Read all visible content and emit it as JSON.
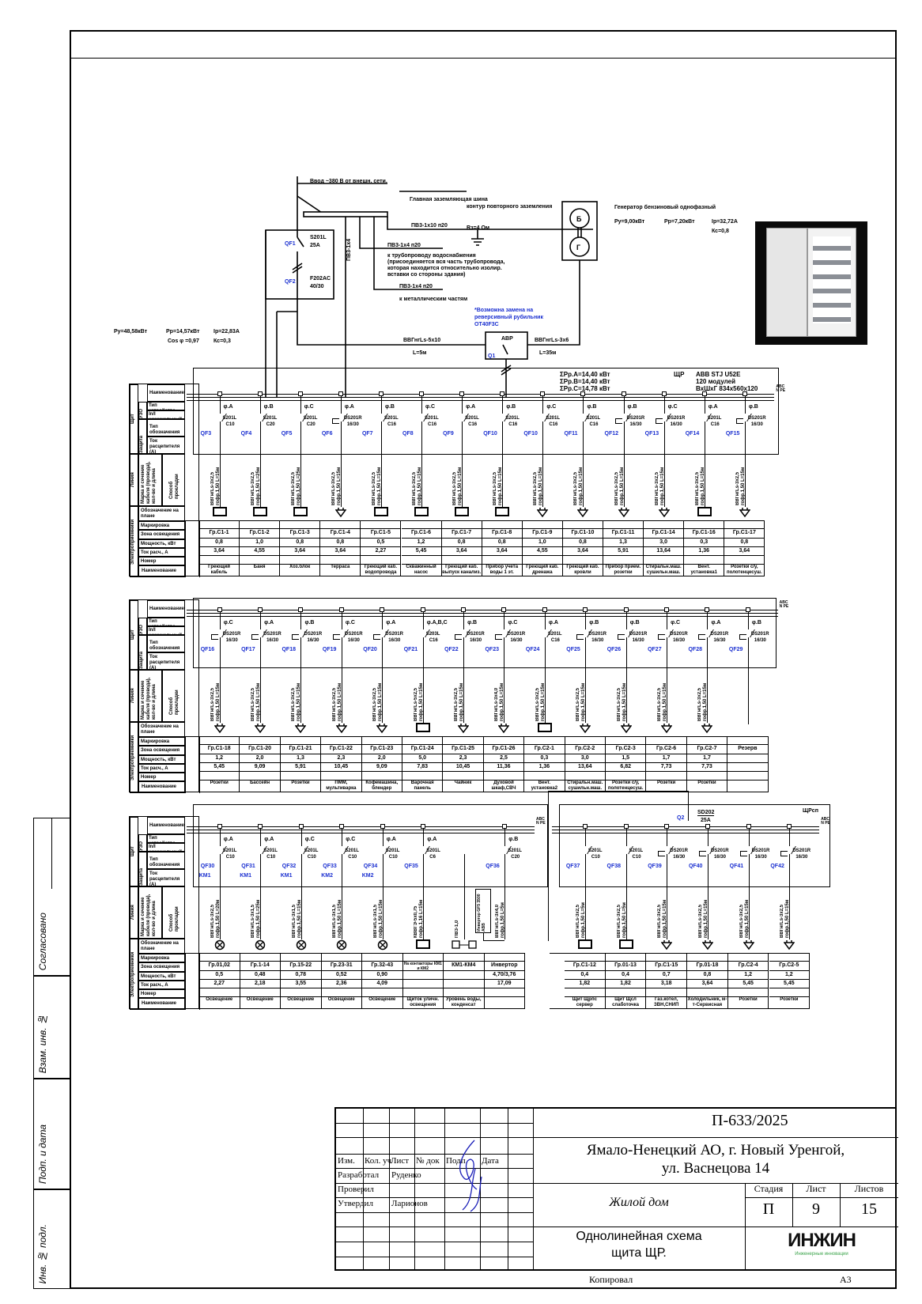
{
  "margin_stamps": {
    "agreed": "Согласовано",
    "replace_inv": "Взам. инв. №",
    "sign_date": "Подп. и дата",
    "inv_orig": "Инв. № подл."
  },
  "schematic": {
    "input": "Ввод ~380 В от внешн. сети.",
    "main_ground_bus": "Главная заземляющая шина",
    "ground_loop": "контур повторного заземления",
    "ground_res": "Rз=4 Ом",
    "pe_wire_1": "ПВ3-1х10 п20",
    "pe_wire_2": "ПВ3-1х4",
    "pe_wire_3": "ПВ3-1х4 п20",
    "water_pipe": "к трубопроводу водоснабжения",
    "water_pipe_2": "(присоединяется вся часть трубопровода,",
    "water_pipe_3": "которая находится относительно изолир.",
    "water_pipe_4": "вставки со стороны здания)",
    "pe_wire_4": "ПВ3-1х4 п20",
    "metal_parts": "к металлическим частям",
    "qf1": "QF1",
    "qf1_type": "S201L",
    "qf1_rating": "25A",
    "qf2": "QF2",
    "qf2_type": "F202AC",
    "qf2_rating": "40/30",
    "generator_title": "Генератор бензиновый однофазный",
    "gen_py": "Ру=9,00кВт",
    "gen_pp": "Рр=7,20кВт",
    "gen_ip": "Iр=32,72А",
    "gen_kc": "Кс=0,8",
    "gen_b": "Б",
    "gen_g": "Г",
    "note_1": "*Возможна замена на",
    "note_2": "реверсивный рубильник",
    "note_3": "ОТ40F3C",
    "ats": "АВР",
    "q1": "Q1",
    "cable_in": "ВВГнгLs-5х10",
    "cable_in_len": "L=5м",
    "cable_gen": "ВВГнгLs-3х6",
    "cable_gen_len": "L=35м",
    "total_py": "Ру=48,58кВт",
    "total_pp": "Рр=14,57кВт",
    "total_ip": "Iр=22,83А",
    "total_cos": "Cos φ =0,97",
    "total_kc": "Кс=0,3",
    "phase_a": "ΣPр.A=14,40  кВт",
    "phase_b": "ΣPр.B=14,40  кВт",
    "phase_c": "ΣPр.C=14,78  кВт",
    "panel_name": "ЩР",
    "panel_model": "ABB STJ U52E",
    "panel_modules": "120 модулей",
    "panel_dims": "ВхШхГ 834х560х120",
    "bus_label": "ABC N PE",
    "sub_panel": "ЩРсп",
    "q2": "Q2",
    "q2_type": "SD202",
    "q2_rating": "25A"
  },
  "row_headers": {
    "panel": "Щит",
    "protection": "Защита",
    "rcd": "УЗО",
    "line": "Линия",
    "load": "Электроприемники",
    "name": "Наименование",
    "device_type": "Тип устройства",
    "rated": "In/I номинальный",
    "designation": "Тип обозначения",
    "trip": "Ток расцепителя (А)",
    "cable": "Марка и сечение кабеля (провода), кол-во и длина",
    "routing": "Способ прокладки",
    "plan_mark": "Обозначение на плане",
    "marking": "Маркировка",
    "zone": "Зона освещения",
    "power": "Мощность, кВт",
    "current": "Ток расч., А",
    "room": "Номер помещения",
    "load_name": "Наименование"
  },
  "sections": [
    {
      "columns": [
        {
          "qf": "QF3",
          "phase": "φ.A",
          "type": "S201L",
          "rating": "C10",
          "cable": "ВВГнгLs-3х2,5",
          "route": "гофр.1,50 L=15м",
          "load": "socket",
          "zone": "Гр.С1-1",
          "power": "0,8",
          "current": "3,64",
          "name": "Греющий кабель канализации"
        },
        {
          "qf": "QF4",
          "phase": "φ.B",
          "type": "S201L",
          "rating": "C20",
          "cable": "ВВГнгLs-3х2,5",
          "route": "гофр.1,50 L=25м",
          "load": "socket",
          "zone": "Гр.С1-2",
          "power": "1,0",
          "current": "4,55",
          "name": "Баня"
        },
        {
          "qf": "QF5",
          "phase": "φ.C",
          "type": "S201L",
          "rating": "C20",
          "cable": "ВВГнгLs-3х2,5",
          "route": "гофр.1,50 L=25м",
          "load": "socket",
          "zone": "Гр.С1-3",
          "power": "0,8",
          "current": "3,64",
          "name": "Хоз.блок"
        },
        {
          "qf": "QF6",
          "phase": "φ.A",
          "type": "DS201R",
          "rating": "16/30",
          "cable": "ВВГнгLs-3х2,5",
          "route": "гофр.1,50 L=15м",
          "load": "lamp",
          "zone": "Гр.С1-4",
          "power": "0,8",
          "current": "3,64",
          "name": "Терраса"
        },
        {
          "qf": "QF7",
          "phase": "φ.B",
          "type": "S201L",
          "rating": "C16",
          "cable": "ВВГнгLs-3х2,5",
          "route": "гофр.1,50 L=15м",
          "load": "socket",
          "zone": "Гр.С1-5",
          "power": "0,5",
          "current": "2,27",
          "name": "Греющий каб. водопровода"
        },
        {
          "qf": "QF8",
          "phase": "φ.C",
          "type": "S201L",
          "rating": "C16",
          "cable": "ВВГнгLs-3х2,5",
          "route": "гофр.1,50 L=15м",
          "load": "socket",
          "zone": "Гр.С1-6",
          "power": "1,2",
          "current": "5,45",
          "name": "Скважинный насос"
        },
        {
          "qf": "QF9",
          "phase": "φ.A",
          "type": "S201L",
          "rating": "C16",
          "cable": "ВВГнгLs-3х2,5",
          "route": "гофр.1,50 L=15м",
          "load": "socket",
          "zone": "Гр.С1-7",
          "power": "0,8",
          "current": "3,64",
          "name": "Греющий каб. выпуск канализ."
        },
        {
          "qf": "QF10",
          "phase": "φ.B",
          "type": "S201L",
          "rating": "C16",
          "cable": "ВВГнгLs-3х2,5",
          "route": "гофр.1,50 L=15м",
          "load": "socket",
          "zone": "Гр.С1-8",
          "power": "0,8",
          "current": "3,64",
          "name": "Прибор учета воды 1 эт."
        },
        {
          "qf": "QF10",
          "phase": "φ.C",
          "type": "S201L",
          "rating": "C16",
          "cable": "ВВГнгLs-3х2,5",
          "route": "гофр.1,50 L=15м",
          "load": "lamp",
          "zone": "Гр.С1-9",
          "power": "1,0",
          "current": "4,55",
          "name": "Греющий каб. дренажа"
        },
        {
          "qf": "QF11",
          "phase": "φ.B",
          "type": "S201L",
          "rating": "C16",
          "cable": "ВВГнгLs-3х2,5",
          "route": "гофр.1,50 L=15м",
          "load": "lamp",
          "zone": "Гр.С1-10",
          "power": "0,8",
          "current": "3,64",
          "name": "Греющий каб. кровли"
        },
        {
          "qf": "QF12",
          "phase": "φ.B",
          "type": "DS201R",
          "rating": "16/30",
          "cable": "ВВГнгLs-3х2,5",
          "route": "гофр.1,50 L=15м",
          "load": "lamp",
          "zone": "Гр.С1-11",
          "power": "1,3",
          "current": "5,91",
          "name": "Прибор прием. розетки"
        },
        {
          "qf": "QF13",
          "phase": "φ.C",
          "type": "DS201R",
          "rating": "16/30",
          "cable": "ВВГнгLs-3х2,5",
          "route": "гофр.1,50 L=15м",
          "load": "lamp",
          "zone": "Гр.С1-14",
          "power": "3,0",
          "current": "13,64",
          "name": "Стиральн.маш. сушильн.маш."
        },
        {
          "qf": "QF14",
          "phase": "φ.A",
          "type": "S201L",
          "rating": "C16",
          "cable": "ВВГнгLs-3х2,5",
          "route": "гофр.1,50 L=15м",
          "load": "socket",
          "zone": "Гр.С1-16",
          "power": "0,3",
          "current": "1,36",
          "name": "Вент. установка1"
        },
        {
          "qf": "QF15",
          "phase": "φ.B",
          "type": "DS201R",
          "rating": "16/30",
          "cable": "ВВГнгLs-3х2,5",
          "route": "гофр.1,50 L=15м",
          "load": "lamp",
          "zone": "Гр.С1-17",
          "power": "0,8",
          "current": "3,64",
          "name": "Розетки с/у, полотенцесуш."
        }
      ]
    },
    {
      "columns": [
        {
          "qf": "QF16",
          "phase": "φ.C",
          "type": "DS201R",
          "rating": "16/30",
          "cable": "ВВГнгLs-3х2,5",
          "route": "гофр.1,50 L=15м",
          "load": "lamp",
          "zone": "Гр.С1-18",
          "power": "1,2",
          "current": "5,45",
          "name": "Розетки"
        },
        {
          "qf": "QF17",
          "phase": "φ.A",
          "type": "DS201R",
          "rating": "16/30",
          "cable": "ВВГнгLs-3х2,5",
          "route": "гофр.1,50 L=15м",
          "load": "lamp",
          "zone": "Гр.С1-20",
          "power": "2,0",
          "current": "9,09",
          "name": "Бассейн"
        },
        {
          "qf": "QF18",
          "phase": "φ.B",
          "type": "DS201R",
          "rating": "16/30",
          "cable": "ВВГнгLs-3х2,5",
          "route": "гофр.1,50 L=15м",
          "load": "lamp",
          "zone": "Гр.С1-21",
          "power": "1,3",
          "current": "5,91",
          "name": "Розетки"
        },
        {
          "qf": "QF19",
          "phase": "φ.C",
          "type": "DS201R",
          "rating": "16/30",
          "cable": "ВВГнгLs-3х2,5",
          "route": "гофр.1,50 L=15м",
          "load": "lamp",
          "zone": "Гр.С1-22",
          "power": "2,3",
          "current": "10,45",
          "name": "ПММ, мультиварка"
        },
        {
          "qf": "QF20",
          "phase": "φ.A",
          "type": "DS201R",
          "rating": "16/30",
          "cable": "ВВГнгLs-3х2,5",
          "route": "гофр.1,50 L=15м",
          "load": "lamp",
          "zone": "Гр.С1-23",
          "power": "2,0",
          "current": "9,09",
          "name": "Кофемашина, блендер"
        },
        {
          "qf": "QF21",
          "phase": "φ.A,B,C",
          "type": "S203L",
          "rating": "C16",
          "cable": "ВВГнгLs-5х2,5",
          "route": "гофр.1,50 L=15м",
          "load": "socket",
          "zone": "Гр.С1-24",
          "power": "5,0",
          "current": "7,83",
          "name": "Варочная панель"
        },
        {
          "qf": "QF22",
          "phase": "φ.B",
          "type": "DS201R",
          "rating": "16/30",
          "cable": "ВВГнгLs-3х2,5",
          "route": "гофр.1,50 L=15м",
          "load": "lamp",
          "zone": "Гр.С1-25",
          "power": "2,3",
          "current": "10,45",
          "name": "Чайник"
        },
        {
          "qf": "QF23",
          "phase": "φ.C",
          "type": "DS201R",
          "rating": "16/30",
          "cable": "ВВГнгLs-3х4,0",
          "route": "гофр.1,50 L=15м",
          "load": "lamp",
          "zone": "Гр.С1-26",
          "power": "2,5",
          "current": "11,36",
          "name": "Духовой шкаф,СВЧ"
        },
        {
          "qf": "QF24",
          "phase": "φ.A",
          "type": "S201L",
          "rating": "C16",
          "cable": "ВВГнгLs-3х2,5",
          "route": "гофр.1,50 L=15м",
          "load": "socket",
          "zone": "Гр.С2-1",
          "power": "0,3",
          "current": "1,36",
          "name": "Вент. установка2"
        },
        {
          "qf": "QF25",
          "phase": "φ.B",
          "type": "DS201R",
          "rating": "16/30",
          "cable": "ВВГнгLs-3х2,5",
          "route": "гофр.1,50 L=15м",
          "load": "lamp",
          "zone": "Гр.С2-2",
          "power": "3,0",
          "current": "13,64",
          "name": "Стиральн.маш. сушильн.маш."
        },
        {
          "qf": "QF26",
          "phase": "φ.B",
          "type": "DS201R",
          "rating": "16/30",
          "cable": "ВВГнгLs-3х2,5",
          "route": "гофр.1,50 L=15м",
          "load": "lamp",
          "zone": "Гр.С2-3",
          "power": "1,5",
          "current": "6,82",
          "name": "Розетки с/у, полотенцесуш."
        },
        {
          "qf": "QF27",
          "phase": "φ.C",
          "type": "DS201R",
          "rating": "16/30",
          "cable": "ВВГнгLs-3х2,5",
          "route": "гофр.1,50 L=15м",
          "load": "lamp",
          "zone": "Гр.С2-6",
          "power": "1,7",
          "current": "7,73",
          "name": "Розетки"
        },
        {
          "qf": "QF28",
          "phase": "φ.A",
          "type": "DS201R",
          "rating": "16/30",
          "cable": "ВВГнгLs-3х2,5",
          "route": "гофр.1,50 L=15м",
          "load": "lamp",
          "zone": "Гр.С2-7",
          "power": "1,7",
          "current": "7,73",
          "name": "Розетки"
        },
        {
          "qf": "QF29",
          "phase": "φ.B",
          "type": "DS201R",
          "rating": "16/30",
          "cable": "",
          "route": "",
          "load": "none",
          "zone": "Резерв",
          "power": "",
          "current": "",
          "name": ""
        }
      ]
    },
    {
      "columns": [
        {
          "qf": "QF30",
          "km": "KM1",
          "phase": "φ.A",
          "type": "S201L",
          "rating": "C10",
          "cable": "ВВГнгLs-3х2,5",
          "route": "гофр.1,50 L=20м",
          "load": "bulb",
          "zone": "Гр.01,02",
          "power": "0,5",
          "current": "2,27",
          "name": "Освещение"
        },
        {
          "qf": "QF31",
          "km": "KM1",
          "phase": "φ.A",
          "type": "S201L",
          "rating": "C10",
          "cable": "ВВГнгLs-3х1,5",
          "route": "гофр.1,50 L=25м",
          "load": "bulb",
          "zone": "Гр.1-14",
          "power": "0,48",
          "current": "2,18",
          "name": "Освещение"
        },
        {
          "qf": "QF32",
          "km": "KM1",
          "phase": "φ.C",
          "type": "S201L",
          "rating": "C10",
          "cable": "ВВГнгLs-3х1,5",
          "route": "гофр.1,50 L=15м",
          "load": "bulb",
          "zone": "Гр.15-22",
          "power": "0,78",
          "current": "3,55",
          "name": "Освещение"
        },
        {
          "qf": "QF33",
          "km": "KM2",
          "phase": "φ.C",
          "type": "S201L",
          "rating": "C10",
          "cable": "ВВГнгLs-3х1,5",
          "route": "гофр.1,50 L=15м",
          "load": "bulb",
          "zone": "Гр.23-31",
          "power": "0,52",
          "current": "2,36",
          "name": "Освещение"
        },
        {
          "qf": "QF34",
          "km": "KM2",
          "phase": "φ.A",
          "type": "S201L",
          "rating": "C10",
          "cable": "ВВГнгLs-3х1,5",
          "route": "гофр.1,50 L=15м",
          "load": "bulb",
          "zone": "Гр.32-43",
          "power": "0,90",
          "current": "4,09",
          "name": "Освещение"
        },
        {
          "qf": "QF35",
          "km": "",
          "phase": "φ.A",
          "type": "S201L",
          "rating": "C6",
          "cable": "КВВГЭ-5х0,75",
          "route": "гофр.1,16 L=15м",
          "load": "socket",
          "zone": "На контакторы КМ1 и КМ2",
          "power": "",
          "current": "",
          "name": "Щиток уличн. освещения"
        },
        {
          "qf": "",
          "km": "",
          "phase": "",
          "type": "",
          "rating": "",
          "cable": "ПВ3-1,0",
          "route": "",
          "load": "contacts",
          "zone": "КМ1-КМ4",
          "power": "",
          "current": "",
          "name": "Уровень воды, конденсат"
        },
        {
          "qf": "QF36",
          "km": "",
          "phase": "φ.B",
          "type": "S201L",
          "rating": "C20",
          "cable": "ВВГнгLs-3х4,0",
          "route": "гофр.1,50 L=5м",
          "load": "inverter",
          "load_label": "Инвертор GF5 3500 ABB",
          "zone": "Инвертор",
          "power": "4,70/3,76",
          "current": "17,09",
          "name": ""
        }
      ]
    },
    {
      "columns": [
        {
          "qf": "QF37",
          "phase": "",
          "type": "S201L",
          "rating": "C10",
          "cable": "ВВГнгLs-3х2,5",
          "route": "гофр.1,50 L=5м",
          "load": "socket",
          "zone": "Гр.С1-12",
          "power": "0,4",
          "current": "1,82",
          "name": "Щит Щрпс сервер"
        },
        {
          "qf": "QF38",
          "phase": "",
          "type": "S201L",
          "rating": "C10",
          "cable": "ВВГнгLs-3х2,5",
          "route": "гофр.1,50 L=5м",
          "load": "socket",
          "zone": "Гр.01-13",
          "power": "0,4",
          "current": "1,82",
          "name": "Щит Щсл слаботочка"
        },
        {
          "qf": "QF39",
          "phase": "",
          "type": "DS201R",
          "rating": "16/30",
          "cable": "ВВГнгLs-3х2,5",
          "route": "гофр.1,50 L=15м",
          "load": "lamp",
          "zone": "Гр.С1-15",
          "power": "0,7",
          "current": "3,18",
          "name": "Газ.котел, ЗВН,СНИП"
        },
        {
          "qf": "QF40",
          "phase": "",
          "type": "DS201R",
          "rating": "16/30",
          "cable": "ВВГнгLs-3х2,5",
          "route": "гофр.1,50 L=15м",
          "load": "lamp",
          "zone": "Гр.01-18",
          "power": "0,8",
          "current": "3,64",
          "name": "Холодильник, м-т-Сервисная"
        },
        {
          "qf": "QF41",
          "phase": "",
          "type": "DS201R",
          "rating": "16/30",
          "cable": "ВВГнгLs-3х2,5",
          "route": "гофр.1,50 L=15м",
          "load": "lamp",
          "zone": "Гр.С2-4",
          "power": "1,2",
          "current": "5,45",
          "name": "Розетки"
        },
        {
          "qf": "QF42",
          "phase": "",
          "type": "DS201R",
          "rating": "16/30",
          "cable": "ВВГнгLs-3х2,5",
          "route": "гофр.1,50 L=15м",
          "load": "lamp",
          "zone": "Гр.С2-5",
          "power": "1,2",
          "current": "5,45",
          "name": "Розетки"
        }
      ]
    }
  ],
  "title_block": {
    "doc_code": "П-633/2025",
    "address_1": "Ямало-Ненецкий АО, г. Новый Уренгой,",
    "address_2": "ул. Васнецова 14",
    "object": "Жилой дом",
    "sheet_title_1": "Однолинейная схема",
    "sheet_title_2": "щита ЩР.",
    "cols": {
      "izm": "Изм.",
      "kol": "Кол. уч",
      "list": "Лист",
      "doc": "№ док",
      "sign": "Подп.",
      "date": "Дата"
    },
    "roles": [
      {
        "role": "Разработал",
        "name": "Руденко"
      },
      {
        "role": "Проверил",
        "name": ""
      },
      {
        "role": "Утвердил",
        "name": "Ларионов"
      }
    ],
    "stage_label": "Стадия",
    "sheet_label": "Лист",
    "sheets_label": "Листов",
    "stage": "П",
    "sheet": "9",
    "sheets": "15",
    "logo": "ИНЖИН",
    "logo_sub": "Инженерные инновации",
    "copied": "Копировал",
    "format": "А3"
  }
}
